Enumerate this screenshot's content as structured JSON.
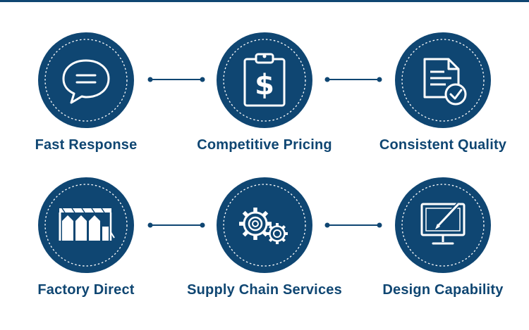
{
  "colors": {
    "brand": "#0f4672",
    "background": "#ffffff"
  },
  "features": [
    {
      "label": "Fast Response",
      "icon": "speech-bubble-icon"
    },
    {
      "label": "Competitive Pricing",
      "icon": "dollar-clipboard-icon"
    },
    {
      "label": "Consistent Quality",
      "icon": "document-check-icon"
    },
    {
      "label": "Factory Direct",
      "icon": "factory-silo-icon"
    },
    {
      "label": "Supply Chain Services",
      "icon": "gears-icon"
    },
    {
      "label": "Design Capability",
      "icon": "monitor-pen-icon"
    }
  ]
}
